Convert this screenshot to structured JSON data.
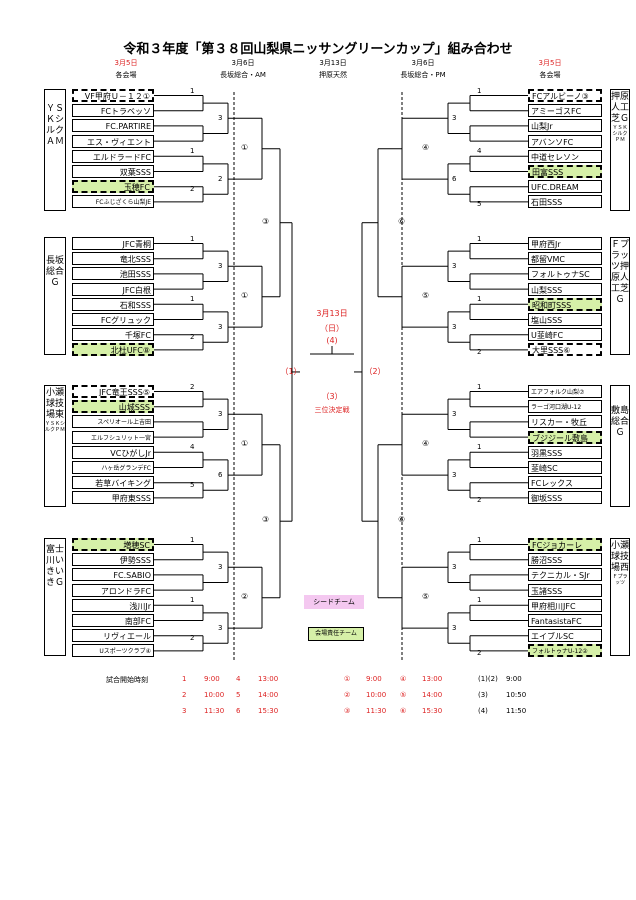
{
  "title": "令和３年度「第３８回山梨県ニッサングリーンカップ」組み合わせ",
  "headers": {
    "left_date": "3月5日",
    "left_venue": "各会場",
    "mid_left_date": "3月6日",
    "mid_left_venue": "長坂総合・AM",
    "center_date": "3月13日",
    "center_venue": "押原天然",
    "mid_right_date": "3月6日",
    "mid_right_venue": "長坂総合・PM",
    "right_date": "3月5日",
    "right_venue": "各会場"
  },
  "venues": {
    "left": [
      {
        "main": "ＹＳＫシルクＡＭ",
        "sub": ""
      },
      {
        "main": "長坂総合Ｇ",
        "sub": ""
      },
      {
        "main": "小瀬球技場東",
        "sub": "ＹＳＫシルクＰＭ"
      },
      {
        "main": "富士川いきいきＧ",
        "sub": ""
      }
    ],
    "right": [
      {
        "main": "押原人工芝Ｇ",
        "sub": "ＹＳＫシルクＰＭ"
      },
      {
        "main": "Ｆプラッツ押原人工芝Ｇ",
        "sub": ""
      },
      {
        "main": "敷島総合Ｇ",
        "sub": ""
      },
      {
        "main": "小瀬球技場西",
        "sub": "Ｆプラッツ"
      }
    ]
  },
  "left_teams": [
    {
      "name": "VF甲府Ｕ－１２①",
      "style": "host"
    },
    {
      "name": "FCトラベッソ",
      "style": ""
    },
    {
      "name": "FC.PARTIRE",
      "style": ""
    },
    {
      "name": "エス・ヴィエント",
      "style": ""
    },
    {
      "name": "エルドラードFC",
      "style": ""
    },
    {
      "name": "双葉SSS",
      "style": ""
    },
    {
      "name": "玉穂FC",
      "style": "seed"
    },
    {
      "name": "FCふじざくら山梨JE",
      "style": "small"
    },
    {
      "name": "JFC青桐",
      "style": ""
    },
    {
      "name": "竜北SSS",
      "style": ""
    },
    {
      "name": "池田SSS",
      "style": ""
    },
    {
      "name": "JFC白根",
      "style": ""
    },
    {
      "name": "石和SSS",
      "style": ""
    },
    {
      "name": "FCグリュック",
      "style": ""
    },
    {
      "name": "千塚FC",
      "style": ""
    },
    {
      "name": "北杜UFC⑧",
      "style": "seed"
    },
    {
      "name": "JFC竜王SSS⑤",
      "style": "host"
    },
    {
      "name": "山城SSS",
      "style": "seed"
    },
    {
      "name": "スペリオール上吉田",
      "style": "small"
    },
    {
      "name": "エルフシュリット一宮",
      "style": "small"
    },
    {
      "name": "VCひがしJr",
      "style": ""
    },
    {
      "name": "ハヶ岳グランデFC",
      "style": "small"
    },
    {
      "name": "若草バイキング",
      "style": ""
    },
    {
      "name": "甲府東SSS",
      "style": ""
    },
    {
      "name": "増穂SC",
      "style": "seed"
    },
    {
      "name": "伊勢SSS",
      "style": ""
    },
    {
      "name": "FC.SABIO",
      "style": ""
    },
    {
      "name": "アロンドラFC",
      "style": ""
    },
    {
      "name": "浅川Jr",
      "style": ""
    },
    {
      "name": "南部FC",
      "style": ""
    },
    {
      "name": "リヴィエール",
      "style": ""
    },
    {
      "name": "Uスポーツクラブ④",
      "style": "small"
    }
  ],
  "right_teams": [
    {
      "name": "FCアルビーノ③",
      "style": "host"
    },
    {
      "name": "アミーゴスFC",
      "style": ""
    },
    {
      "name": "山梨Jr",
      "style": ""
    },
    {
      "name": "アバンソFC",
      "style": ""
    },
    {
      "name": "中道セレソン",
      "style": ""
    },
    {
      "name": "田富SSS",
      "style": "seed"
    },
    {
      "name": "UFC.DREAM",
      "style": ""
    },
    {
      "name": "石田SSS",
      "style": ""
    },
    {
      "name": "甲府西Jr",
      "style": ""
    },
    {
      "name": "都留VMC",
      "style": ""
    },
    {
      "name": "フォルトゥナSC",
      "style": ""
    },
    {
      "name": "山梨SSS",
      "style": ""
    },
    {
      "name": "昭和町SSS",
      "style": "seed"
    },
    {
      "name": "塩山SSS",
      "style": ""
    },
    {
      "name": "U韮崎FC",
      "style": ""
    },
    {
      "name": "大里SSS⑥",
      "style": "host"
    },
    {
      "name": "エアフォルク山梨⑦",
      "style": "small"
    },
    {
      "name": "ラーゴ河口湖U-12",
      "style": "small"
    },
    {
      "name": "リスカー・牧丘",
      "style": ""
    },
    {
      "name": "ブジジール敷島",
      "style": "seed"
    },
    {
      "name": "羽黒SSS",
      "style": ""
    },
    {
      "name": "韮崎SC",
      "style": ""
    },
    {
      "name": "FCレックス",
      "style": ""
    },
    {
      "name": "御坂SSS",
      "style": ""
    },
    {
      "name": "FCジョカーレ",
      "style": "seed"
    },
    {
      "name": "勝沼SSS",
      "style": ""
    },
    {
      "name": "テクニカル・SJr",
      "style": ""
    },
    {
      "name": "玉諸SSS",
      "style": ""
    },
    {
      "name": "甲府相川JFC",
      "style": ""
    },
    {
      "name": "FantasistaFC",
      "style": ""
    },
    {
      "name": "エイブルSC",
      "style": ""
    },
    {
      "name": "フォルトゥナU-12②",
      "style": "seed small"
    }
  ],
  "center": {
    "final_date": "3月13日",
    "final_day": "（日）",
    "final_num": "(4)",
    "semi_left": "（1）",
    "semi_right": "（2）",
    "third_num": "（3）",
    "third_label": "三位決定戦"
  },
  "legend": {
    "seed": "シードチーム",
    "host": "会場責任チーム"
  },
  "schedule": {
    "label": "試合開始時刻",
    "col1": [
      [
        "1",
        "9:00"
      ],
      [
        "2",
        "10:00"
      ],
      [
        "3",
        "11:30"
      ]
    ],
    "col2": [
      [
        "4",
        "13:00"
      ],
      [
        "5",
        "14:00"
      ],
      [
        "6",
        "15:30"
      ]
    ],
    "col3": [
      [
        "①",
        "9:00"
      ],
      [
        "②",
        "10:00"
      ],
      [
        "③",
        "11:30"
      ]
    ],
    "col4": [
      [
        "④",
        "13:00"
      ],
      [
        "⑤",
        "14:00"
      ],
      [
        "⑥",
        "15:30"
      ]
    ],
    "col5": [
      [
        "(1)(2)",
        "9:00"
      ],
      [
        "(3)",
        "10:50"
      ],
      [
        "(4)",
        "11:50"
      ]
    ]
  },
  "colors": {
    "seed": "#d6f0a8",
    "legend_seed": "#f4c8f0",
    "red": "#d22"
  }
}
